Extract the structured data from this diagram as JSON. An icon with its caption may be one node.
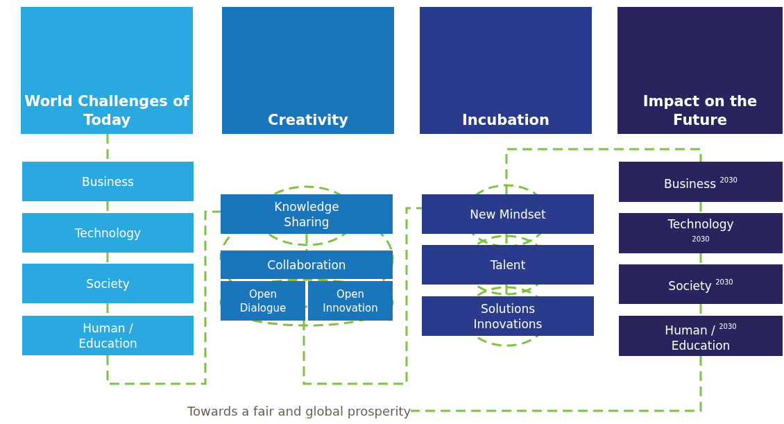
{
  "diagram": {
    "nodes": [
      {
        "text": [
          "World Challenges of Today"
        ]
      },
      {
        "text": [
          "Business"
        ]
      },
      {
        "text": [
          "Technology"
        ]
      },
      {
        "text": [
          "Society"
        ]
      },
      {
        "text": [
          "Human / Education"
        ]
      },
      {
        "text": [
          "Creativity"
        ]
      },
      {
        "text": [
          "Knowledge Sharing"
        ]
      },
      {
        "text": [
          "Collaboration"
        ]
      },
      {
        "text": [
          "Open Dialogue"
        ]
      },
      {
        "text": [
          "Open Innovation"
        ]
      },
      {
        "text": [
          "Incubation"
        ]
      },
      {
        "text": [
          "New Mindset"
        ]
      },
      {
        "text": [
          "Talent"
        ]
      },
      {
        "text": [
          "Solutions Innovations"
        ]
      },
      {
        "text": [
          "Impact on the Future"
        ]
      },
      {
        "text": [
          "Business $^{2030}$"
        ]
      },
      {
        "text": [
          "Technology $^{2030}$"
        ]
      },
      {
        "text": [
          "Society $^{2030}$"
        ]
      },
      {
        "text": [
          "Human / $^{2030}$ Education"
        ]
      },
      {
        "text": [
          "Towards a fair and global prosperity"
        ]
      }
    ],
    "edges": [
      {
        "from": 0,
        "to": 1,
        "arrow": "none",
        "style": "dashed"
      },
      {
        "from": 1,
        "to": 2,
        "arrow": "none",
        "style": "dashed"
      },
      {
        "from": 2,
        "to": 3,
        "arrow": "none",
        "style": "dashed"
      },
      {
        "from": 3,
        "to": 4,
        "arrow": "none",
        "style": "dashed"
      },
      {
        "from": 4,
        "to": 6,
        "arrow": "none",
        "style": "dashed"
      },
      {
        "from": 6,
        "to": 7,
        "arrow": "none",
        "style": "dashed"
      },
      {
        "from": 8,
        "to": 11,
        "arrow": "none",
        "style": "dashed"
      },
      {
        "from": 11,
        "to": 12,
        "arrow": "none",
        "style": "dashed"
      },
      {
        "from": 12,
        "to": 13,
        "arrow": "none",
        "style": "dashed"
      },
      {
        "from": 11,
        "to": 15,
        "arrow": "none",
        "style": "dashed"
      },
      {
        "from": 15,
        "to": 16,
        "arrow": "none",
        "style": "dashed"
      },
      {
        "from": 16,
        "to": 17,
        "arrow": "none",
        "style": "dashed"
      },
      {
        "from": 17,
        "to": 18,
        "arrow": "none",
        "style": "dashed"
      },
      {
        "from": 18,
        "to": 19,
        "arrow": "none",
        "style": "dashed"
      }
    ]
  }
}
